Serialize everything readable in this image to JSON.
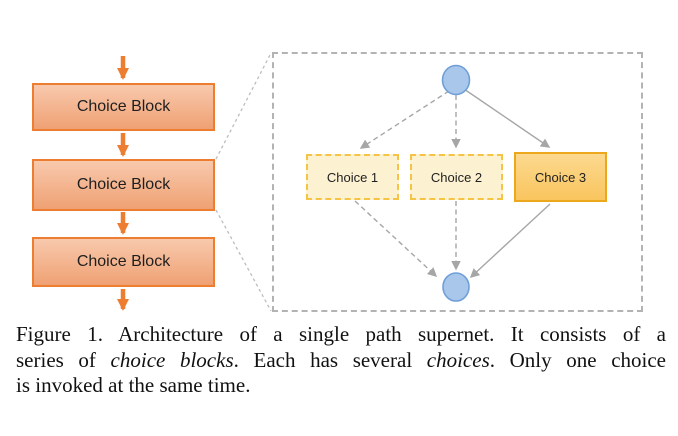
{
  "colors": {
    "orange-accent": "#ed7d31",
    "orange-fill-top": "#f8c9ad",
    "orange-fill-bottom": "#efa173",
    "gray-line": "#a6a6a6",
    "gray-dash": "#bdbdbd",
    "panel-border": "#b3b3b3",
    "node-fill": "#a9c7eb",
    "node-stroke": "#6f9fd8",
    "choice-dashed-border": "#f5c444",
    "choice-fill": "#fcf1d1",
    "choice-selected-border": "#eda71c",
    "choice-selected-fill-top": "#fcd98f",
    "choice-selected-fill-bottom": "#f9c55e",
    "text-color": "#1f1f1f"
  },
  "diagram": {
    "blocks": [
      {
        "label": "Choice Block"
      },
      {
        "label": "Choice Block"
      },
      {
        "label": "Choice Block"
      }
    ],
    "panel": {
      "choices": [
        {
          "label": "Choice 1",
          "selected": false
        },
        {
          "label": "Choice 2",
          "selected": false
        },
        {
          "label": "Choice 3",
          "selected": true
        }
      ]
    }
  },
  "caption": {
    "lines": [
      {
        "runs": [
          {
            "text": "Figure 1. Architecture of a single path supernet.  It consists of a",
            "italic": false
          }
        ]
      },
      {
        "runs": [
          {
            "text": "series of ",
            "italic": false
          },
          {
            "text": "choice blocks",
            "italic": true
          },
          {
            "text": ". Each has several ",
            "italic": false
          },
          {
            "text": "choices",
            "italic": true
          },
          {
            "text": ". Only one choice",
            "italic": false
          }
        ]
      },
      {
        "runs": [
          {
            "text": "is invoked at the same time.",
            "italic": false
          }
        ]
      }
    ]
  }
}
